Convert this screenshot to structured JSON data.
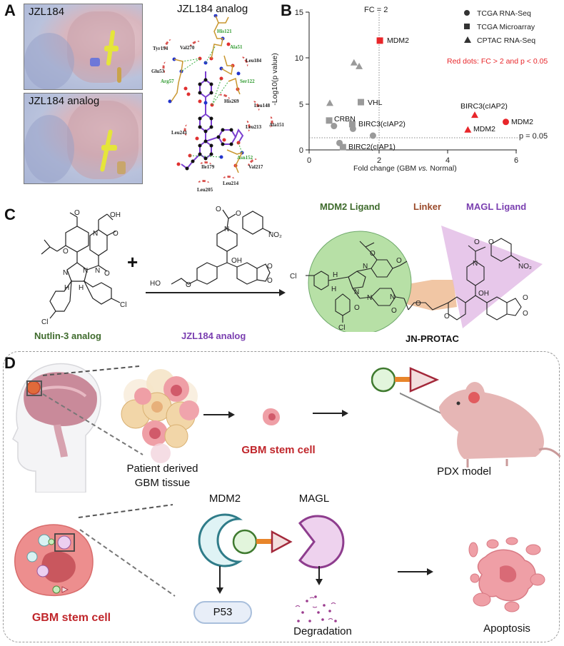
{
  "panels": {
    "A": {
      "letter": "A",
      "surface_top_label": "JZL184",
      "surface_bottom_label": "JZL184 analog",
      "interaction_title": "JZL184 analog",
      "residues_hydrophobic": [
        "Tyr194",
        "Val270",
        "Leu184",
        "Glu53",
        "His269",
        "Leu148",
        "Leu213",
        "Ala151",
        "Leu241",
        "Ile179",
        "Val217",
        "Leu214",
        "Leu205"
      ],
      "residues_hbond": [
        "His121",
        "Ala51",
        "Arg57",
        "Ser122",
        "Asn152"
      ]
    },
    "B": {
      "letter": "B",
      "fc_line_label": "FC = 2",
      "p_line_label": "p = 0.05",
      "legend": [
        "TCGA RNA-Seq",
        "TCGA Microarray",
        "CPTAC RNA-Seq"
      ],
      "note": "Red dots: FC > 2 and p < 0.05",
      "point_labels": {
        "mdm2_sq": "MDM2",
        "vhl": "VHL",
        "crbn": "CRBN",
        "birc3_grey": "BIRC3(cIAP2)",
        "birc2": "BIRC2(cIAP1)",
        "birc3_red": "BIRC3(cIAP2)",
        "mdm2_tri": "MDM2",
        "mdm2_circ": "MDM2"
      }
    },
    "C": {
      "letter": "C",
      "plus": "+",
      "reactant1": "Nutlin-3 analog",
      "reactant2": "JZL184 analog",
      "product": "JN-PROTAC",
      "mdm2_ligand": "MDM2 Ligand",
      "linker": "Linker",
      "magl_ligand": "MAGL Ligand",
      "atoms": {
        "oh": "OH",
        "o": "O",
        "n": "N",
        "h": "H",
        "cl": "Cl",
        "no2": "NO₂",
        "ho": "HO"
      }
    },
    "D": {
      "letter": "D",
      "tissue_label_1": "Patient derived",
      "tissue_label_2": "GBM tissue",
      "stem_cell_label": "GBM stem cell",
      "pdx_label": "PDX model",
      "stem_cell_label_2": "GBM stem cell",
      "mdm2_label": "MDM2",
      "magl_label": "MAGL",
      "p53_label": "P53",
      "degradation_label": "Degradation",
      "apoptosis_label": "Apoptosis"
    }
  },
  "colors": {
    "red_highlight": "#e8262a",
    "grey_point": "#9a9a9a",
    "green_label": "#3f6b2d",
    "purple_label": "#7a3fb0",
    "linker_label": "#9a4a2a",
    "mdm2_circle": "#b7e0a6",
    "magl_triangle": "#e3bde6",
    "linker_fill": "#f0c09a",
    "stem_cell_red": "#c0262b"
  },
  "chart_data": {
    "type": "scatter",
    "title": "",
    "xlabel": "Fold change (GBM vs. Normal)",
    "ylabel": "-Log10(p value)",
    "xlim": [
      0,
      6
    ],
    "ylim": [
      0,
      15
    ],
    "xticks": [
      0,
      2,
      4,
      6
    ],
    "yticks": [
      0,
      5,
      10,
      15
    ],
    "grid": false,
    "legend_position": "top-right",
    "reference_lines": [
      {
        "type": "vertical",
        "x": 2,
        "label": "FC = 2"
      },
      {
        "type": "horizontal",
        "y": 1.3,
        "label": "p = 0.05"
      }
    ],
    "series": [
      {
        "name": "TCGA RNA-Seq",
        "marker": "circle",
        "points": [
          {
            "x": 0.72,
            "y": 2.6,
            "label": "",
            "color": "grey"
          },
          {
            "x": 1.27,
            "y": 2.3,
            "label": "",
            "color": "grey"
          },
          {
            "x": 1.85,
            "y": 1.55,
            "label": "",
            "color": "grey"
          },
          {
            "x": 0.88,
            "y": 0.75,
            "label": "",
            "color": "grey"
          },
          {
            "x": 5.7,
            "y": 3.05,
            "label": "MDM2",
            "color": "red"
          }
        ]
      },
      {
        "name": "TCGA Microarray",
        "marker": "square",
        "points": [
          {
            "x": 2.05,
            "y": 11.9,
            "label": "MDM2",
            "color": "red"
          },
          {
            "x": 1.5,
            "y": 5.2,
            "label": "VHL",
            "color": "grey"
          },
          {
            "x": 0.58,
            "y": 3.2,
            "label": "CRBN",
            "color": "grey"
          },
          {
            "x": 1.25,
            "y": 2.8,
            "label": "BIRC3(cIAP2)",
            "color": "grey"
          },
          {
            "x": 0.98,
            "y": 0.3,
            "label": "BIRC2(cIAP1)",
            "color": "grey"
          }
        ]
      },
      {
        "name": "CPTAC RNA-Seq",
        "marker": "triangle",
        "points": [
          {
            "x": 1.3,
            "y": 9.5,
            "label": "",
            "color": "grey"
          },
          {
            "x": 1.45,
            "y": 9.1,
            "label": "",
            "color": "grey"
          },
          {
            "x": 0.6,
            "y": 5.1,
            "label": "",
            "color": "grey"
          },
          {
            "x": 4.8,
            "y": 3.8,
            "label": "BIRC3(cIAP2)",
            "color": "red"
          },
          {
            "x": 4.6,
            "y": 2.2,
            "label": "MDM2",
            "color": "red"
          }
        ]
      }
    ],
    "annotations": [
      "Red dots: FC > 2 and p < 0.05"
    ]
  }
}
